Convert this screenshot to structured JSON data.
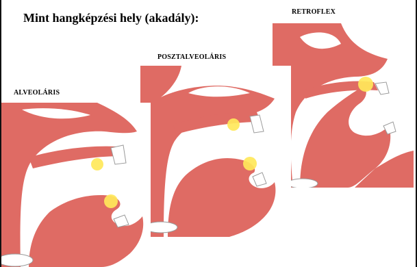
{
  "heading": "Mint hangképzési hely (akadály):",
  "panels": [
    {
      "label": "ALVEOLÁRIS"
    },
    {
      "label": "POSZTALVEOLÁRIS"
    },
    {
      "label": "RETROFLEX"
    }
  ],
  "colors": {
    "tissue": "#df6b64",
    "background": "#ffffff",
    "tongue_outline": "#c75650",
    "highlight": "#ffe85a",
    "frame": "#111111"
  }
}
